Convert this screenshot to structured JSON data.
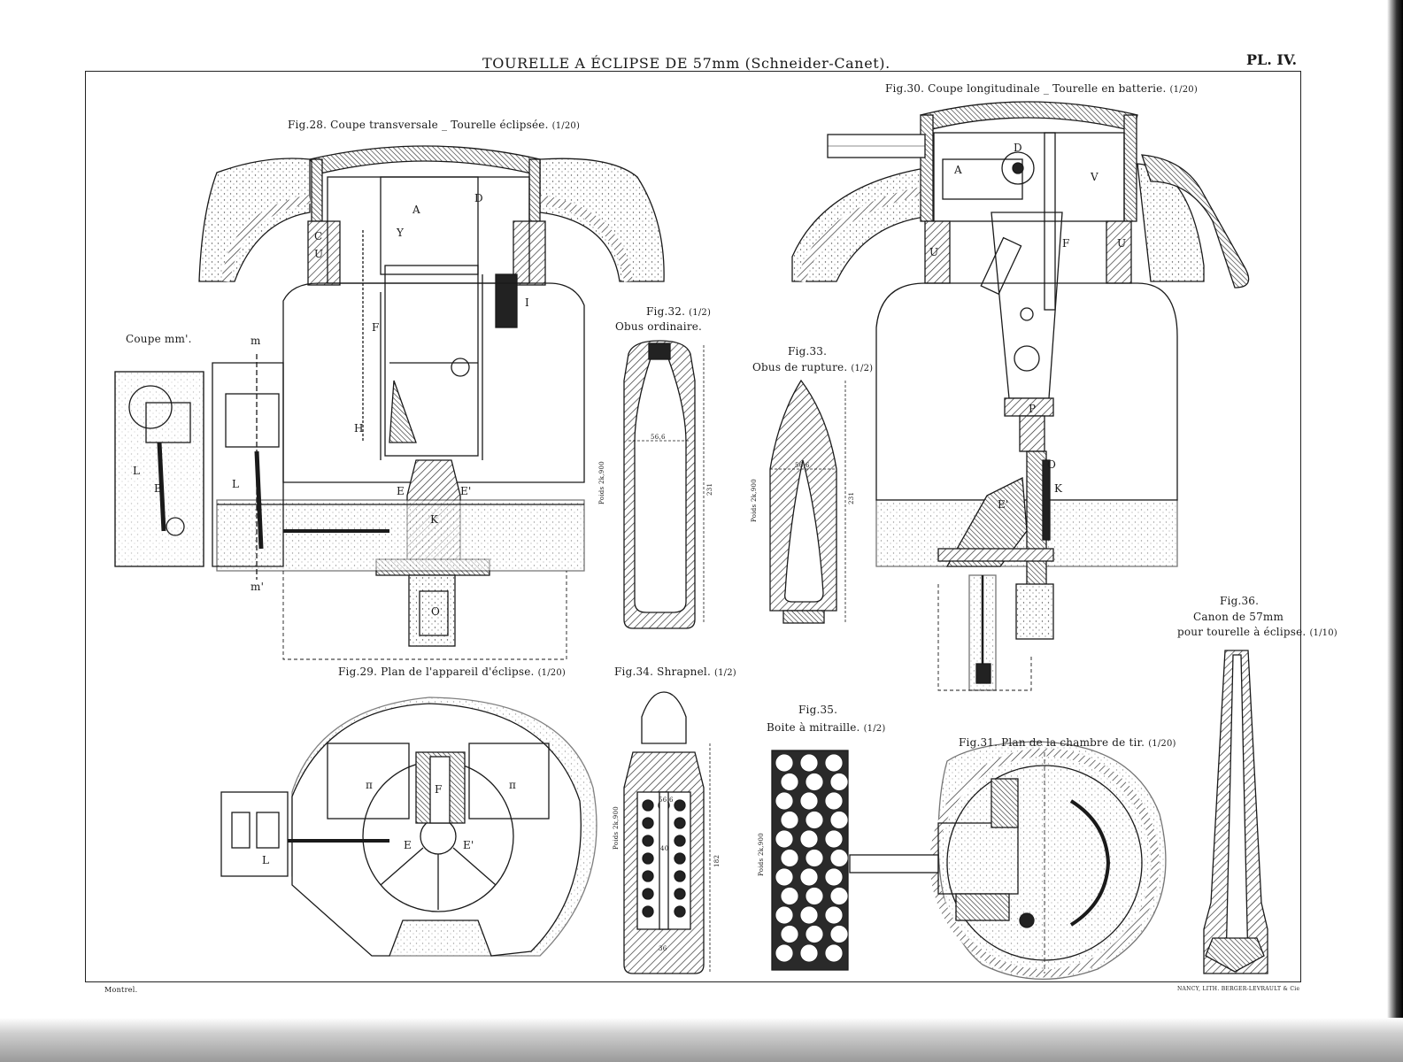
{
  "plate": {
    "title": "TOURELLE A ÉCLIPSE DE 57mm (Schneider-Canet).",
    "number": "PL. IV.",
    "engraver": "Montrel.",
    "printer": "NANCY, LITH. BERGER-LEVRAULT & Cie"
  },
  "figures": {
    "fig28": {
      "caption": "Fig.28. Coupe transversale _ Tourelle éclipsée.",
      "scale": "(1/20)"
    },
    "coupe_mm": {
      "caption": "Coupe mm'."
    },
    "fig29": {
      "caption": "Fig.29. Plan de l'appareil d'éclipse.",
      "scale": "(1/20)"
    },
    "fig30": {
      "caption": "Fig.30. Coupe longitudinale _ Tourelle en batterie.",
      "scale": "(1/20)"
    },
    "fig31": {
      "caption": "Fig.31. Plan de la chambre de tir.",
      "scale": "(1/20)"
    },
    "fig32": {
      "caption": "Fig.32.",
      "subcaption": "Obus ordinaire.",
      "scale": "(1/2)"
    },
    "fig33": {
      "caption": "Fig.33.",
      "subcaption": "Obus de rupture.",
      "scale": "(1/2)"
    },
    "fig34": {
      "caption": "Fig.34. Shrapnel.",
      "scale": "(1/2)"
    },
    "fig35": {
      "caption": "Fig.35.",
      "subcaption": "Boite à mitraille.",
      "scale": "(1/2)"
    },
    "fig36": {
      "caption": "Fig.36.",
      "subcaption": "Canon de 57mm",
      "subcaption2": "pour tourelle à éclipse.",
      "scale": "(1/10)"
    }
  },
  "letters": {
    "a": "A",
    "b": "B",
    "c": "C",
    "d": "D",
    "e": "E",
    "e1": "E'",
    "f": "F",
    "h": "H",
    "i": "I",
    "k": "K",
    "l": "L",
    "o": "O",
    "p": "P",
    "u": "U",
    "v": "V",
    "y": "Y",
    "pi": "π",
    "m": "m",
    "m1": "m'"
  },
  "weights": {
    "fig32": "Poids 2k,900",
    "fig33": "Poids 2k,900",
    "fig34": "Poids 2k,900",
    "fig35": "Poids 2k,900"
  },
  "dimensions": {
    "fig32_width": "56,6",
    "fig32_length": "231",
    "fig33_width": "56,6",
    "fig33_length": "231",
    "fig34_width": "56,6",
    "fig34_length": "182",
    "fig34_inner": "40",
    "fig34_base": "36"
  },
  "colors": {
    "ink": "#1a1a1a",
    "hatch": "#3a3a3a",
    "paper": "#ffffff"
  }
}
